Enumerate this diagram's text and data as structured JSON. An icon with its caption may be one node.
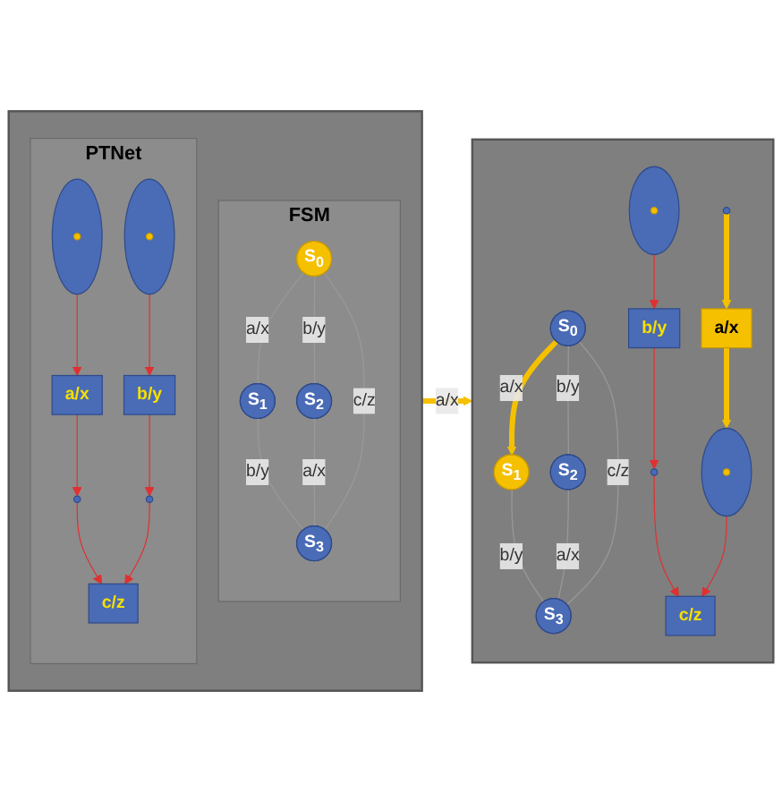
{
  "diagram": {
    "nodes": [
      {
        "text": [],
        "shape": "box"
      },
      {
        "text": [
          "FSM"
        ],
        "in": 0
      },
      {
        "text": [
          "S$_{0}$"
        ],
        "in": 1
      },
      {
        "text": [
          "S$_{1}$"
        ],
        "in": 1
      },
      {
        "text": [
          "S$_{2}$"
        ],
        "in": 1
      },
      {
        "text": [
          "S$_{3}$"
        ],
        "in": 1
      },
      {
        "text": [
          "PTNet"
        ],
        "in": 0
      },
      {
        "text": [],
        "shape": "circle",
        "in": 6
      },
      {
        "text": [],
        "shape": "circle",
        "in": 7
      },
      {
        "text": [],
        "shape": "circle",
        "in": 6
      },
      {
        "text": [],
        "shape": "circle",
        "in": 9
      },
      {
        "text": [
          "a/x"
        ],
        "in": 6
      },
      {
        "text": [
          "b/y"
        ],
        "in": 6
      },
      {
        "text": [],
        "shape": "circle",
        "in": 6
      },
      {
        "text": [],
        "shape": "circle",
        "in": 6
      },
      {
        "text": [
          "c/z"
        ],
        "in": 6
      },
      {
        "text": [],
        "shape": "box"
      },
      {
        "text": [
          "S$_{0}$"
        ],
        "in": 16
      },
      {
        "text": [
          "S$_{1}$"
        ],
        "in": 16
      },
      {
        "text": [
          "S$_{2}$"
        ],
        "in": 16
      },
      {
        "text": [
          "S$_{3}$"
        ],
        "in": 16
      },
      {
        "text": [],
        "shape": "circle",
        "in": 16
      },
      {
        "text": [],
        "shape": "circle",
        "in": 16
      },
      {
        "text": [],
        "shape": "circle",
        "in": 22
      },
      {
        "text": [
          "a/x"
        ],
        "in": 16
      },
      {
        "text": [
          "b/y"
        ],
        "in": 16
      },
      {
        "text": [],
        "shape": "circle",
        "in": 16
      },
      {
        "text": [],
        "shape": "circle",
        "in": 26
      },
      {
        "text": [],
        "shape": "circle",
        "in": 16
      },
      {
        "text": [
          "c/z"
        ],
        "in": 16
      }
    ],
    "edges": [
      {
        "from": 2,
        "to": 3,
        "arrow": "none",
        "label": "a/x",
        "color": "#9a9a9a"
      },
      {
        "from": 2,
        "to": 4,
        "arrow": "none",
        "label": "b/y",
        "color": "#9a9a9a"
      },
      {
        "from": 3,
        "to": 5,
        "arrow": "none",
        "label": "b/y",
        "color": "#9a9a9a"
      },
      {
        "from": 4,
        "to": 5,
        "arrow": "none",
        "label": "a/x",
        "color": "#9a9a9a"
      },
      {
        "from": 2,
        "to": 5,
        "arrow": "none",
        "label": "c/z",
        "color": "#9a9a9a"
      },
      {
        "from": 7,
        "to": 11,
        "arrow": "to",
        "color": "#e03030"
      },
      {
        "from": 11,
        "to": 13,
        "arrow": "to",
        "color": "#e03030"
      },
      {
        "from": 9,
        "to": 12,
        "arrow": "to",
        "color": "#e03030"
      },
      {
        "from": 12,
        "to": 14,
        "arrow": "to",
        "color": "#e03030"
      },
      {
        "from": 13,
        "to": 15,
        "arrow": "to",
        "color": "#e03030"
      },
      {
        "from": 14,
        "to": 15,
        "arrow": "to",
        "color": "#e03030"
      },
      {
        "from": 17,
        "to": 18,
        "arrow": "to",
        "label": "a/x",
        "style": "thick",
        "color": "#f5c000"
      },
      {
        "from": 17,
        "to": 19,
        "arrow": "none",
        "label": "b/y",
        "color": "#9a9a9a"
      },
      {
        "from": 18,
        "to": 20,
        "arrow": "none",
        "label": "b/y",
        "color": "#9a9a9a"
      },
      {
        "from": 19,
        "to": 20,
        "arrow": "none",
        "label": "a/x",
        "color": "#9a9a9a"
      },
      {
        "from": 17,
        "to": 20,
        "arrow": "none",
        "label": "c/z",
        "color": "#9a9a9a"
      },
      {
        "from": 21,
        "to": 24,
        "arrow": "to",
        "style": "thick",
        "color": "#f5c000"
      },
      {
        "from": 24,
        "to": 26,
        "arrow": "to",
        "style": "thick",
        "color": "#f5c000"
      },
      {
        "from": 22,
        "to": 25,
        "arrow": "to",
        "color": "#e03030"
      },
      {
        "from": 25,
        "to": 28,
        "arrow": "to",
        "color": "#e03030"
      },
      {
        "from": 26,
        "to": 29,
        "arrow": "to",
        "color": "#e03030"
      },
      {
        "from": 28,
        "to": 29,
        "arrow": "to",
        "color": "#e03030"
      },
      {
        "from": 0,
        "to": 16,
        "arrow": "to",
        "label": "a/x",
        "style": "thick",
        "color": "#f5c000"
      }
    ]
  }
}
